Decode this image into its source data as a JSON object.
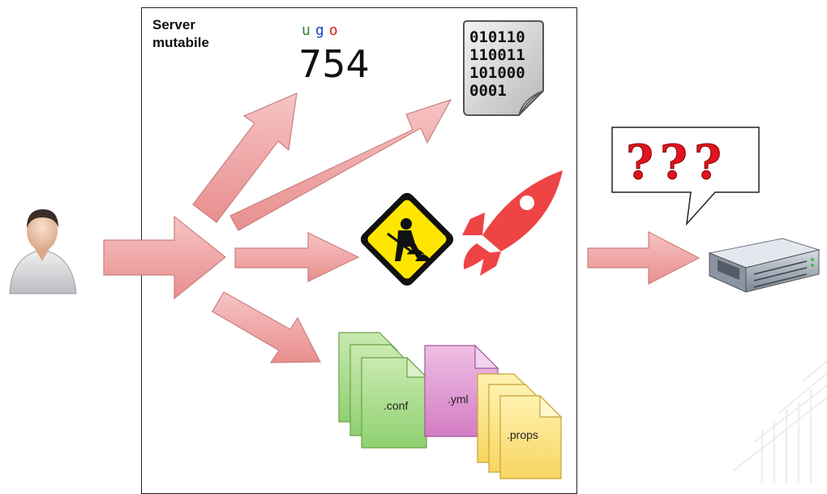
{
  "server_box": {
    "title": "Server\nmutabile"
  },
  "permissions": {
    "u": "u",
    "g": "g",
    "o": "o",
    "octal": "754"
  },
  "binary_file": {
    "lines": [
      "010110",
      "110011",
      "101000",
      "0001"
    ]
  },
  "config_files": [
    {
      "label": ".conf"
    },
    {
      "label": ".yml"
    },
    {
      "label": ".props"
    }
  ],
  "speech_bubble": {
    "text": "???"
  },
  "colors": {
    "arrow_fill": "#f0a7a7",
    "arrow_stroke": "#c98080",
    "rocket": "#ee4444",
    "warning_sign": "#ffe600"
  },
  "icons": [
    "user-icon",
    "binary-file-icon",
    "work-in-progress-icon",
    "rocket-icon",
    "server-rack-icon"
  ]
}
